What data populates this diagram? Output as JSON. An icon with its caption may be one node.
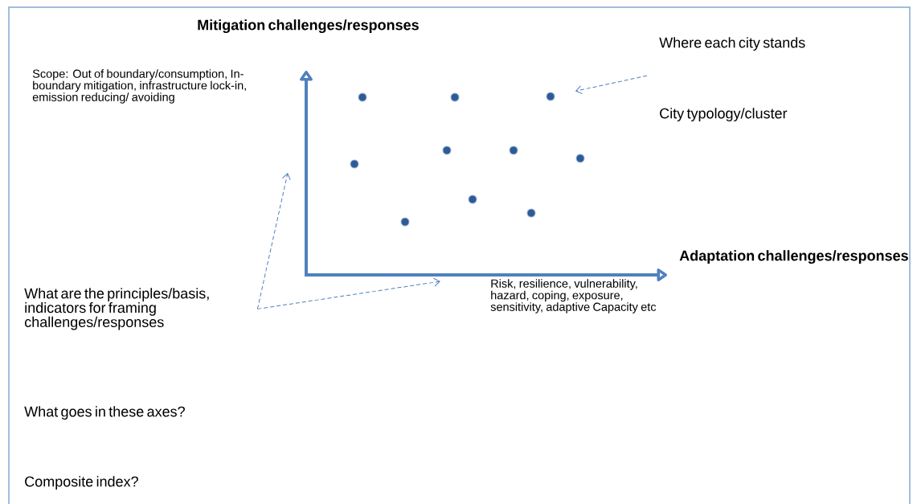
{
  "diagram": {
    "nodes": [
      {
        "text": [
          "Where each city stands"
        ]
      },
      {
        "text": [
          "What are the principles/basis, indicators for framing challenges/responses"
        ]
      },
      {
        "text": [],
        "shape": "circle"
      },
      {
        "text": [],
        "shape": "circle"
      },
      {
        "text": [],
        "shape": "circle"
      },
      {
        "text": [],
        "shape": "circle"
      },
      {
        "text": [],
        "shape": "circle"
      },
      {
        "text": [],
        "shape": "circle"
      },
      {
        "text": [],
        "shape": "circle"
      },
      {
        "text": [],
        "shape": "circle"
      },
      {
        "text": [],
        "shape": "circle"
      },
      {
        "text": [],
        "shape": "circle"
      }
    ],
    "edges": [
      {
        "from": 0,
        "to": 4,
        "arrow": "to",
        "style": "dashed"
      },
      {
        "from": 1,
        "to": null,
        "arrow": "to",
        "style": "dashed"
      },
      {
        "from": 1,
        "to": null,
        "arrow": "to",
        "style": "dashed"
      }
    ],
    "labels": [
      "Mitigation challenges/responses",
      "Scope: Out of boundary/consumption, In-boundary mitigation, infrastructure lock-in, emission reducing/ avoiding",
      "City typology/cluster",
      "Adaptation challenges/responses",
      "Risk, resilience, vulnerability, hazard, coping, exposure, sensitivity, adaptive Capacity etc",
      "What goes in these axes?",
      "Composite index?"
    ]
  }
}
